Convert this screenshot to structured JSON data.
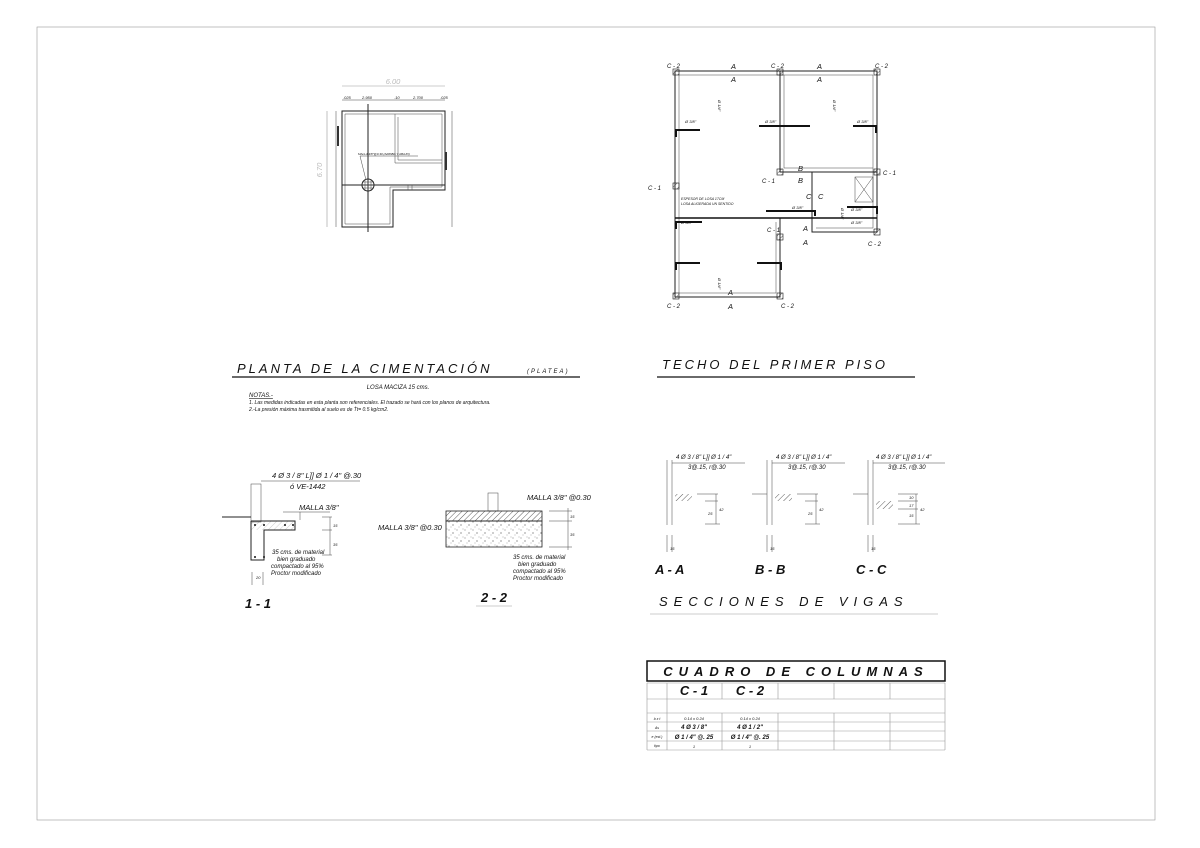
{
  "foundation": {
    "title": "PLANTA DE LA CIMENTACIÓN",
    "subtitle": "(PLATEA)",
    "slab": "LOSA  MACIZA   15 cms.",
    "notes_heading": "NOTAS.-",
    "notes": [
      "1. Las medidas indicadas en esta planta son referenciales. El trazado se hará con los planos de arquitectura.",
      "2.-La presión máxima trasmitida al suelo es de Ṫt= 0.5 kg/cm2."
    ],
    "dim_width": "6.00",
    "dim_height": "6.70",
    "dims_top": [
      ".025",
      "2.950",
      ".10",
      "2.700",
      ".025"
    ],
    "mesh_label": "MALLA 3/8\"@0.30  (ARRIBA Y ABAJO)"
  },
  "roof": {
    "title": "TECHO DEL PRIMER PISO",
    "columns": [
      "C - 2",
      "C - 2",
      "C - 2",
      "C - 1",
      "C - 1",
      "C - 1",
      "C - 2",
      "C - 1",
      "C - 2",
      "C - 2"
    ],
    "section_marks": [
      "A",
      "A",
      "A",
      "A",
      "B",
      "B",
      "C",
      "C",
      "A",
      "A",
      "A",
      "A"
    ],
    "rebar": "Ø 3/8\"",
    "rebar_quarter": "Ø 1/4\"",
    "slab_note_1": "ESPESOR DE LOSA 17CM",
    "slab_note_2": "LOSA ALIGERADA UN SENTIDO"
  },
  "section_11": {
    "label": "1 - 1",
    "rebar_1": "4 Ø 3 / 8\" L]] Ø 1 / 4\" @.30",
    "rebar_2": "ó VE-1442",
    "mesh": "MALLA 3/8\"",
    "dim_15": "15",
    "dim_35": "35",
    "dim_20": "20",
    "fill_note": [
      "35 cms. de material",
      "bien graduado",
      "compactado al 95%",
      "Proctor modificado"
    ]
  },
  "section_22": {
    "label": "2 - 2",
    "mesh_top": "MALLA 3/8\" @0.30",
    "mesh_left": "MALLA 3/8\" @0.30",
    "dim_15": "15",
    "dim_35": "35",
    "fill_note": [
      "35 cms. de material",
      "bien graduado",
      "compactado al 95%",
      "Proctor modificado"
    ]
  },
  "beams": {
    "title": "SECCIONES DE VIGAS",
    "items": [
      {
        "label": "A - A",
        "rebar": "4 Ø 3 / 8\" L]] Ø 1 / 4\"",
        "stirrups": "3@.15, r@.30",
        "dims": [
          "25",
          "42"
        ],
        "width": "15"
      },
      {
        "label": "B - B",
        "rebar": "4 Ø 3 / 8\" L]] Ø 1 / 4\"",
        "stirrups": "3@.15, r@.30",
        "dims": [
          "25",
          "42"
        ],
        "width": "15"
      },
      {
        "label": "C - C",
        "rebar": "4 Ø 3 / 8\" L]] Ø 1 / 4\"",
        "stirrups": "3@.15, r@.30",
        "dims": [
          "10",
          "17",
          "15",
          "42"
        ],
        "width": "15"
      }
    ]
  },
  "columns_table": {
    "title": "CUADRO DE COLUMNAS",
    "headers": [
      "C - 1",
      "C - 2"
    ],
    "row_labels": [
      "b x t",
      "As",
      "e (est.)",
      "tipo"
    ],
    "c1": [
      "0.14 x 0.24",
      "4 Ø 3 / 8\"",
      "Ø 1 / 4\" @. 25",
      "1"
    ],
    "c2": [
      "0.14 x 0.24",
      "4 Ø 1 / 2\"",
      "Ø 1 / 4\" @. 25",
      "1"
    ]
  }
}
